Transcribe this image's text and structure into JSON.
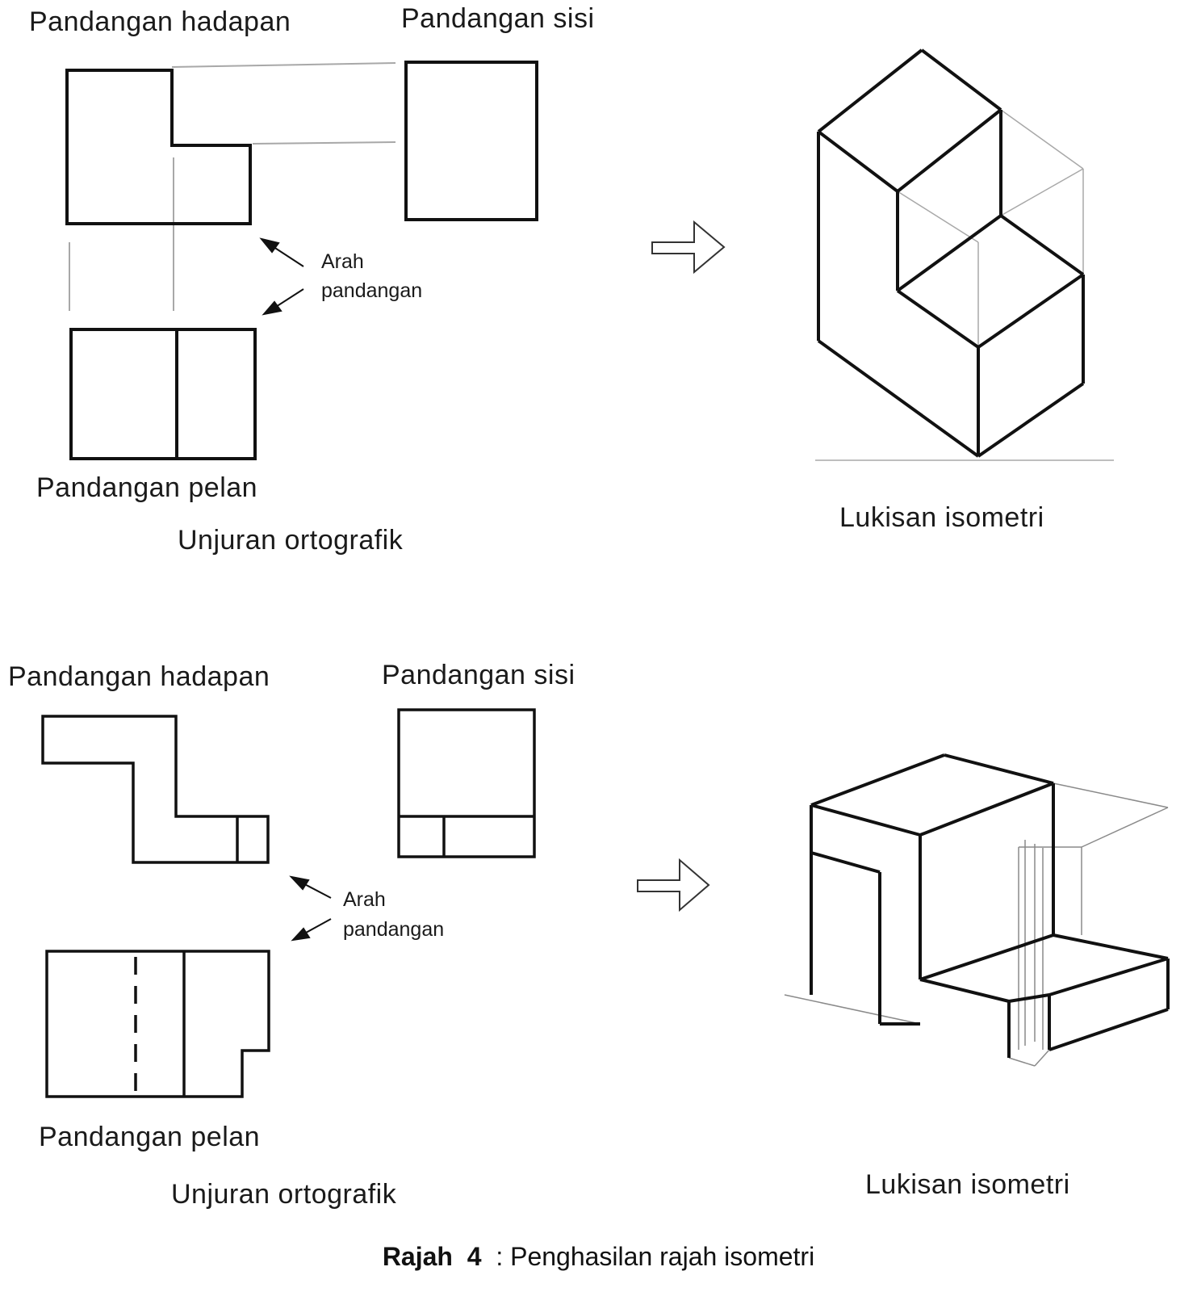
{
  "figure1": {
    "front_label": "Pandangan hadapan",
    "side_label": "Pandangan sisi",
    "plan_label": "Pandangan pelan",
    "direction_label_1": "Arah",
    "direction_label_2": "pandangan",
    "projection_label": "Unjuran ortografik",
    "isometric_label": "Lukisan isometri"
  },
  "figure2": {
    "front_label": "Pandangan hadapan",
    "side_label": "Pandangan sisi",
    "plan_label": "Pandangan pelan",
    "direction_label_1": "Arah",
    "direction_label_2": "pandangan",
    "projection_label": "Unjuran ortografik",
    "isometric_label": "Lukisan isometri"
  },
  "caption": {
    "prefix": "Rajah",
    "number": "4",
    "text": ": Penghasilan rajah isometri"
  },
  "colors": {
    "line": "#111111",
    "construction": "#9a9a9a"
  }
}
